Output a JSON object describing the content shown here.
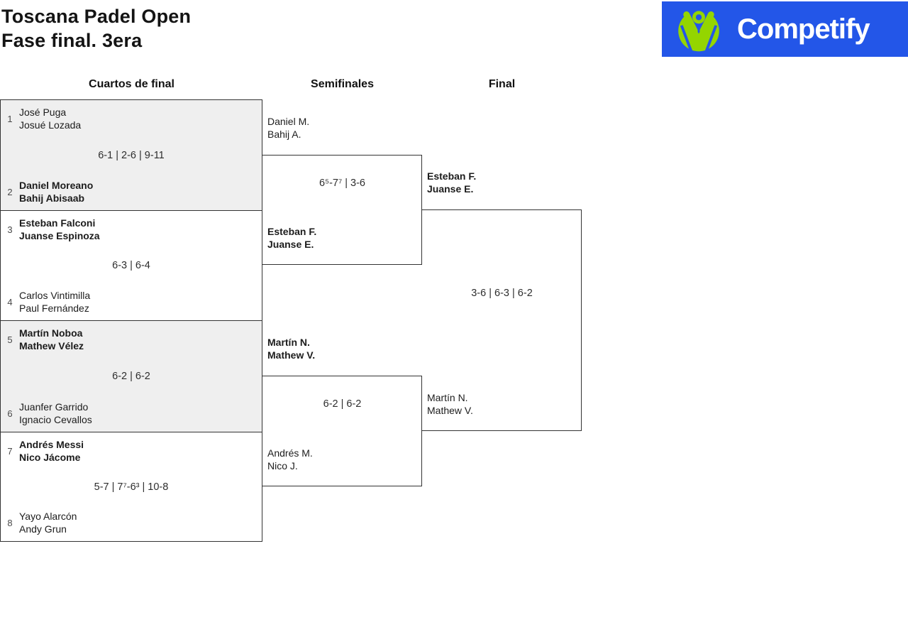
{
  "title": {
    "line1": "Toscana Padel Open",
    "line2": "Fase final. 3era"
  },
  "logo": {
    "brand": "Competify",
    "background_color": "#2356e8",
    "icon_color": "#94d500",
    "text_color": "#ffffff",
    "icon": "person-arms-up-circle-icon"
  },
  "round_headers": {
    "quarterfinals": "Cuartos de final",
    "semifinals": "Semifinales",
    "final": "Final"
  },
  "colors": {
    "shaded_match_row": "#efefef",
    "border": "#333333",
    "seed_text": "#4a4a4a",
    "score_text": "#2d2d2d",
    "name_text": "#1c1c1c"
  },
  "quarterfinals": [
    {
      "seed1": "1",
      "team1": [
        "José Puga",
        "Josué Lozada"
      ],
      "team1_winner": false,
      "score": "6-1 | 2-6 | 9-11",
      "seed2": "2",
      "team2": [
        "Daniel Moreano",
        "Bahij Abisaab"
      ],
      "team2_winner": true
    },
    {
      "seed1": "3",
      "team1": [
        "Esteban Falconi",
        "Juanse Espinoza"
      ],
      "team1_winner": true,
      "score": "6-3 | 6-4",
      "seed2": "4",
      "team2": [
        "Carlos Vintimilla",
        "Paul Fernández"
      ],
      "team2_winner": false
    },
    {
      "seed1": "5",
      "team1": [
        "Martín Noboa",
        "Mathew Vélez"
      ],
      "team1_winner": true,
      "score": "6-2 | 6-2",
      "seed2": "6",
      "team2": [
        "Juanfer Garrido",
        "Ignacio Cevallos"
      ],
      "team2_winner": false
    },
    {
      "seed1": "7",
      "team1": [
        "Andrés Messi",
        "Nico Jácome"
      ],
      "team1_winner": true,
      "score": "5-7 | 7⁷-6³ | 10-8",
      "seed2": "8",
      "team2": [
        "Yayo Alarcón",
        "Andy Grun"
      ],
      "team2_winner": false
    }
  ],
  "semifinals": [
    {
      "team1": [
        "Daniel M.",
        "Bahij A."
      ],
      "team1_winner": false,
      "score": "6⁵-7⁷ | 3-6",
      "team2": [
        "Esteban F.",
        "Juanse E."
      ],
      "team2_winner": true
    },
    {
      "team1": [
        "Martín N.",
        "Mathew V."
      ],
      "team1_winner": true,
      "score": "6-2 | 6-2",
      "team2": [
        "Andrés M.",
        "Nico J."
      ],
      "team2_winner": false
    }
  ],
  "final": {
    "team1": [
      "Esteban F.",
      "Juanse E."
    ],
    "team1_winner": true,
    "score": "3-6 | 6-3 | 6-2",
    "team2": [
      "Martín N.",
      "Mathew V."
    ],
    "team2_winner": false
  }
}
